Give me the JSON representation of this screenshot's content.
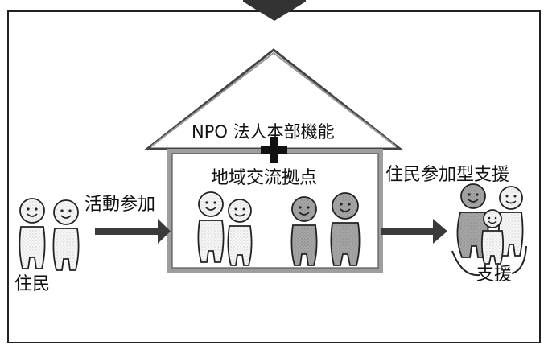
{
  "diagram": {
    "roof_label": "NPO 法人本部機能",
    "plus_symbol": "+",
    "hub_label": "地域交流拠点",
    "activity_label": "活動参加",
    "support_type_label": "住民参加型支援",
    "residents_label": "住民",
    "support_label": "支援"
  },
  "colors": {
    "stroke": "#222222",
    "figure_light": "#f4f4f4",
    "figure_gray": "#a8a8a8",
    "arrow_fill": "#3a3a3a",
    "house_wall": "#9e9e9e"
  },
  "icons": [
    "top-arrow-icon",
    "person-icon",
    "plus-icon",
    "right-arrow-icon"
  ]
}
